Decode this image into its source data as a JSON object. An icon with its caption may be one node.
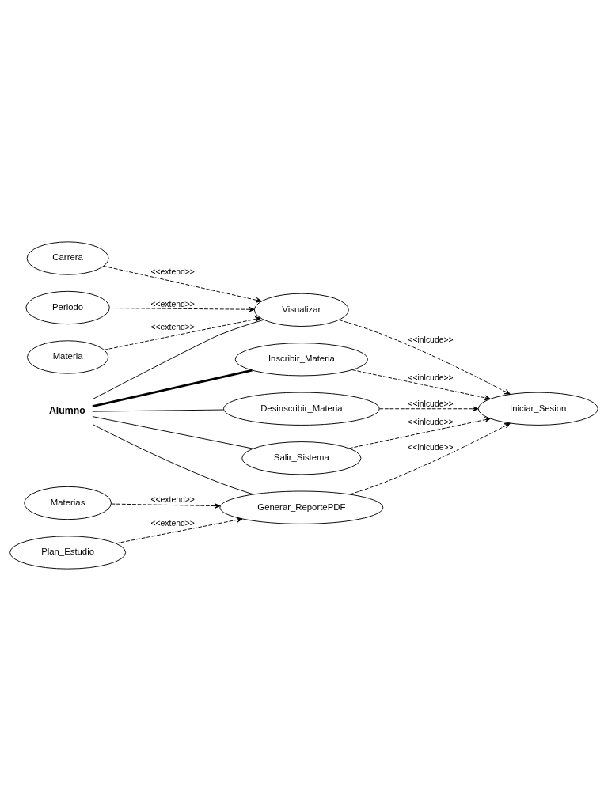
{
  "diagram": {
    "nodes": [
      {
        "text": [
          "Alumno"
        ]
      },
      {
        "text": [
          "Carrera"
        ]
      },
      {
        "text": [
          "Periodo"
        ]
      },
      {
        "text": [
          "Materia"
        ]
      },
      {
        "text": [
          "Visualizar"
        ]
      },
      {
        "text": [
          "Inscribir_Materia"
        ]
      },
      {
        "text": [
          "Desinscribir_Materia"
        ]
      },
      {
        "text": [
          "Iniciar_Sesion"
        ]
      },
      {
        "text": [
          "Generar_ReportePDF"
        ]
      },
      {
        "text": [
          "Materias"
        ]
      },
      {
        "text": [
          "Plan_Estudio"
        ]
      },
      {
        "text": [
          "Salir_Sistema"
        ]
      }
    ],
    "edges": [
      {
        "from": 1,
        "to": 4,
        "arrow": "to",
        "label": "<<extend>>",
        "style": "dashed"
      },
      {
        "from": 2,
        "to": 4,
        "arrow": "to",
        "label": "<<extend>>",
        "style": "dashed"
      },
      {
        "from": 3,
        "to": 4,
        "arrow": "to",
        "label": "<<extend>>",
        "style": "dashed"
      },
      {
        "from": 4,
        "to": 7,
        "arrow": "to",
        "label": "<<inlcude>>",
        "style": "dashed"
      },
      {
        "from": 0,
        "to": 4,
        "arrow": "none"
      },
      {
        "from": 0,
        "to": 5,
        "arrow": "none",
        "style": "thick"
      },
      {
        "from": 5,
        "to": 7,
        "arrow": "to",
        "label": "<<inlcude>>",
        "style": "dashed"
      },
      {
        "from": 0,
        "to": 6,
        "arrow": "none"
      },
      {
        "from": 6,
        "to": 7,
        "arrow": "to",
        "label": "<<inlcude>>",
        "style": "dashed"
      },
      {
        "from": 0,
        "to": 8,
        "arrow": "none"
      },
      {
        "from": 8,
        "to": 7,
        "arrow": "to",
        "label": "<<inlcude>>",
        "style": "dashed"
      },
      {
        "from": 9,
        "to": 8,
        "arrow": "to",
        "label": "<<extend>>",
        "style": "dashed"
      },
      {
        "from": 10,
        "to": 8,
        "arrow": "to",
        "label": "<<extend>>",
        "style": "dashed"
      },
      {
        "from": 0,
        "to": 11,
        "arrow": "none"
      },
      {
        "from": 11,
        "to": 7,
        "arrow": "to",
        "label": "<<inlcude>>",
        "style": "dashed"
      }
    ]
  }
}
